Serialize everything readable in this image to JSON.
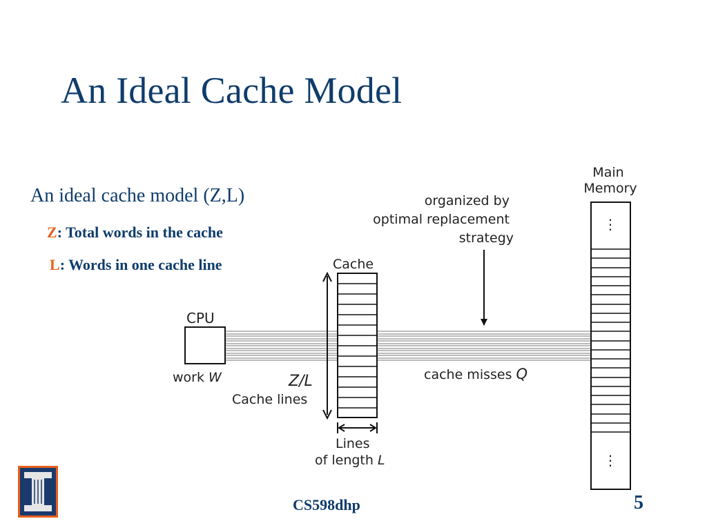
{
  "slide": {
    "title": "An Ideal Cache Model",
    "bullet": "An ideal cache model (Z,L)",
    "sub_bullets": [
      {
        "key": "Z",
        "text": ": Total words in the cache"
      },
      {
        "key": "L",
        "text": ": Words in one cache line"
      }
    ]
  },
  "diagram": {
    "cpu_label": "CPU",
    "work_label": "work ",
    "work_var": "W",
    "cache_label": "Cache",
    "zl_label": "Z/L",
    "cache_lines_label": "Cache lines",
    "lines_label": "Lines",
    "length_label": "of length ",
    "length_var": "L",
    "annotation_lines": [
      "organized by",
      "optimal replacement",
      "strategy"
    ],
    "misses_label": "cache misses ",
    "misses_var": "Q",
    "memory_label_lines": [
      "Main",
      "Memory"
    ],
    "ellipsis": "⋮"
  },
  "footer": {
    "course": "CS598dhp",
    "page": "5"
  },
  "colors": {
    "title": "#0f3c6b",
    "accent": "#e8601a",
    "logo_bg": "#1a3a6e"
  },
  "icons": {
    "logo": "illinois-i-logo-icon"
  }
}
